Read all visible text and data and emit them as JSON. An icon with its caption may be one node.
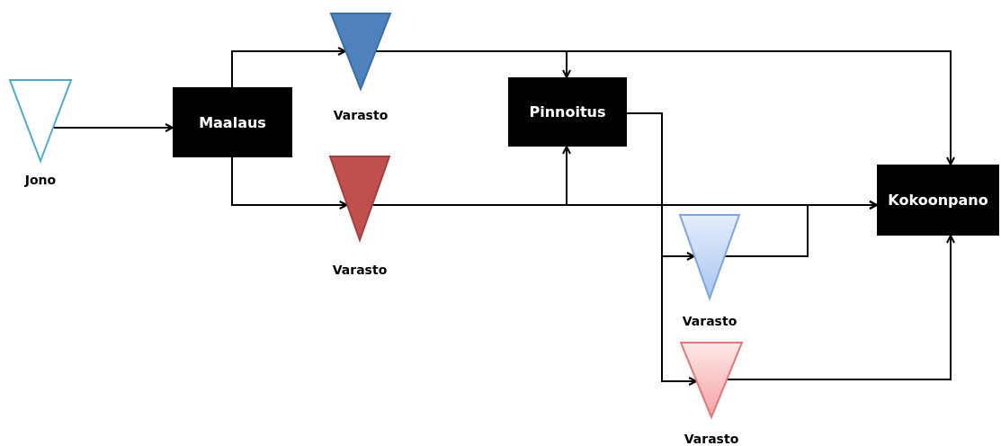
{
  "diagram": {
    "nodes": [
      {
        "text": [
          "Jono"
        ]
      },
      {
        "text": [
          "Maalaus"
        ]
      },
      {
        "text": [
          "Varasto"
        ]
      },
      {
        "text": [
          "Varasto"
        ]
      },
      {
        "text": [
          "Pinnoitus"
        ]
      },
      {
        "text": [
          "Varasto"
        ]
      },
      {
        "text": [
          "Varasto"
        ]
      },
      {
        "text": [
          "Kokoonpano"
        ]
      }
    ],
    "edges": [
      {
        "from": 0,
        "to": 1,
        "arrow": "to"
      },
      {
        "from": 1,
        "to": 2,
        "arrow": "to"
      },
      {
        "from": 1,
        "to": 3,
        "arrow": "to"
      },
      {
        "from": 2,
        "to": 4,
        "arrow": "to"
      },
      {
        "from": 2,
        "to": 7,
        "arrow": "to"
      },
      {
        "from": 3,
        "to": 4,
        "arrow": "to"
      },
      {
        "from": 3,
        "to": 7,
        "arrow": "to"
      },
      {
        "from": 4,
        "to": 5,
        "arrow": "to"
      },
      {
        "from": 4,
        "to": 6,
        "arrow": "to"
      },
      {
        "from": 5,
        "to": 7,
        "arrow": "to"
      },
      {
        "from": 6,
        "to": 7,
        "arrow": "to"
      }
    ]
  }
}
